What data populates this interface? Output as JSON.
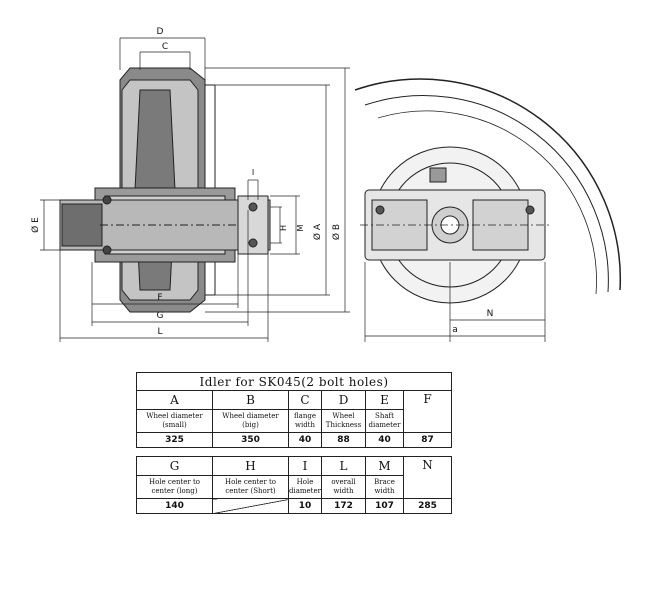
{
  "drawing": {
    "labels": {
      "D": "D",
      "C": "C",
      "I": "I",
      "H": "H",
      "M": "M",
      "A": "Ø A",
      "B": "Ø B",
      "E": "Ø E",
      "F": "F",
      "G": "G",
      "L": "L",
      "N": "N",
      "a": "a"
    }
  },
  "spec_table": {
    "title": "Idler for SK045(2 bolt holes)",
    "row1": [
      {
        "letter": "A",
        "line1": "Wheel diameter",
        "line2": "(small)",
        "value": "325"
      },
      {
        "letter": "B",
        "line1": "Wheel diameter",
        "line2": "(big)",
        "value": "350"
      },
      {
        "letter": "C",
        "line1": "flange",
        "line2": "width",
        "value": "40"
      },
      {
        "letter": "D",
        "line1": "Wheel",
        "line2": "Thickness",
        "value": "88"
      },
      {
        "letter": "E",
        "line1": "Shaft",
        "line2": "diameter",
        "value": "40"
      },
      {
        "letter": "F",
        "line1": "",
        "line2": "",
        "value": "87"
      }
    ],
    "row2": [
      {
        "letter": "G",
        "line1": "Hole center to",
        "line2": "center (long)",
        "value": "140"
      },
      {
        "letter": "H",
        "line1": "Hole center to",
        "line2": "center (Short)",
        "value": ""
      },
      {
        "letter": "I",
        "line1": "Hole",
        "line2": "diameter",
        "value": "10"
      },
      {
        "letter": "L",
        "line1": "overall",
        "line2": "width",
        "value": "172"
      },
      {
        "letter": "M",
        "line1": "Brace",
        "line2": "width",
        "value": "107"
      },
      {
        "letter": "N",
        "line1": "",
        "line2": "",
        "value": "285"
      }
    ]
  }
}
